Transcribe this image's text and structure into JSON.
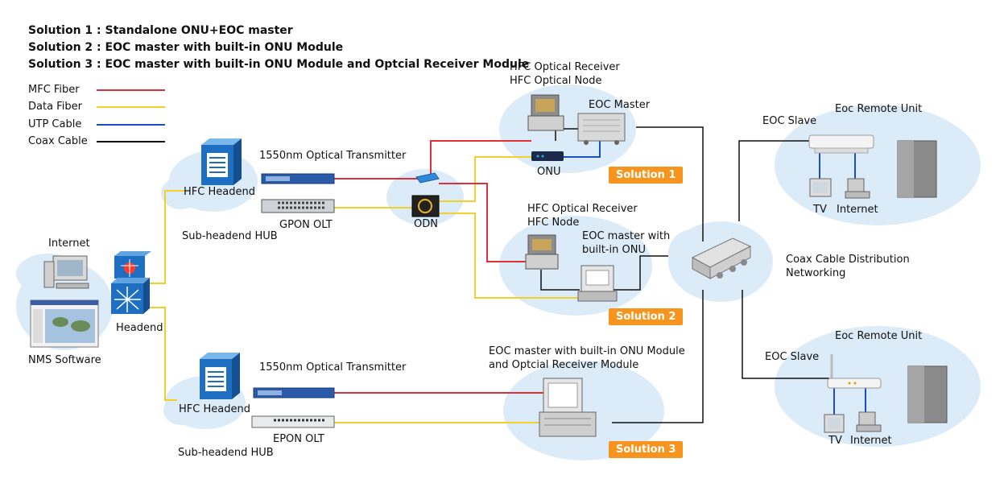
{
  "titles": [
    "Solution 1 : Standalone ONU+EOC master",
    "Solution 2 : EOC master with built-in ONU Module",
    "Solution 3 : EOC master with built-in ONU Module and Optcial Receiver Module"
  ],
  "legend": [
    {
      "label": "MFC Fiber",
      "color": "#e0303a"
    },
    {
      "label": "Data Fiber",
      "color": "#f2d02b"
    },
    {
      "label": "UTP Cable",
      "color": "#1b4fc9"
    },
    {
      "label": "Coax Cable",
      "color": "#111111"
    }
  ],
  "labels": {
    "internet_left": "Internet",
    "nms": "NMS Software",
    "headend": "Headend",
    "hfc_headend_top": "HFC Headend",
    "sub_hub_top": "Sub-headend HUB",
    "tx_top": "1550nm Optical Transmitter",
    "gpon": "GPON OLT",
    "odn": "ODN",
    "s1_receiver": "HFC Optical Receiver\nHFC Optical Node",
    "s1_eoc_master": "EOC Master",
    "onu": "ONU",
    "s2_receiver": "HFC Optical Receiver\nHFC Node",
    "s2_eoc": "EOC master with\nbuilt-in ONU",
    "hfc_headend_bottom": "HFC Headend",
    "sub_hub_bottom": "Sub-headend HUB",
    "tx_bottom": "1550nm Optical Transmitter",
    "epon": "EPON OLT",
    "s3_eoc": "EOC master with built-in ONU Module\nand Optcial Receiver Module",
    "coax_dist": "Coax Cable Distribution\nNetworking",
    "eoc_slave_top": "EOC Slave",
    "remote_top": "Eoc Remote Unit",
    "tv_top": "TV",
    "internet_top": "Internet",
    "eoc_slave_bottom": "EOC Slave",
    "remote_bottom": "Eoc Remote Unit",
    "tv_bottom": "TV",
    "internet_bottom": "Internet"
  },
  "badges": [
    "Solution 1",
    "Solution 2",
    "Solution 3"
  ],
  "colors": {
    "cloud": "#dcebf8",
    "headend_blue": "#1e6fc2",
    "badge": "#f7941d"
  }
}
